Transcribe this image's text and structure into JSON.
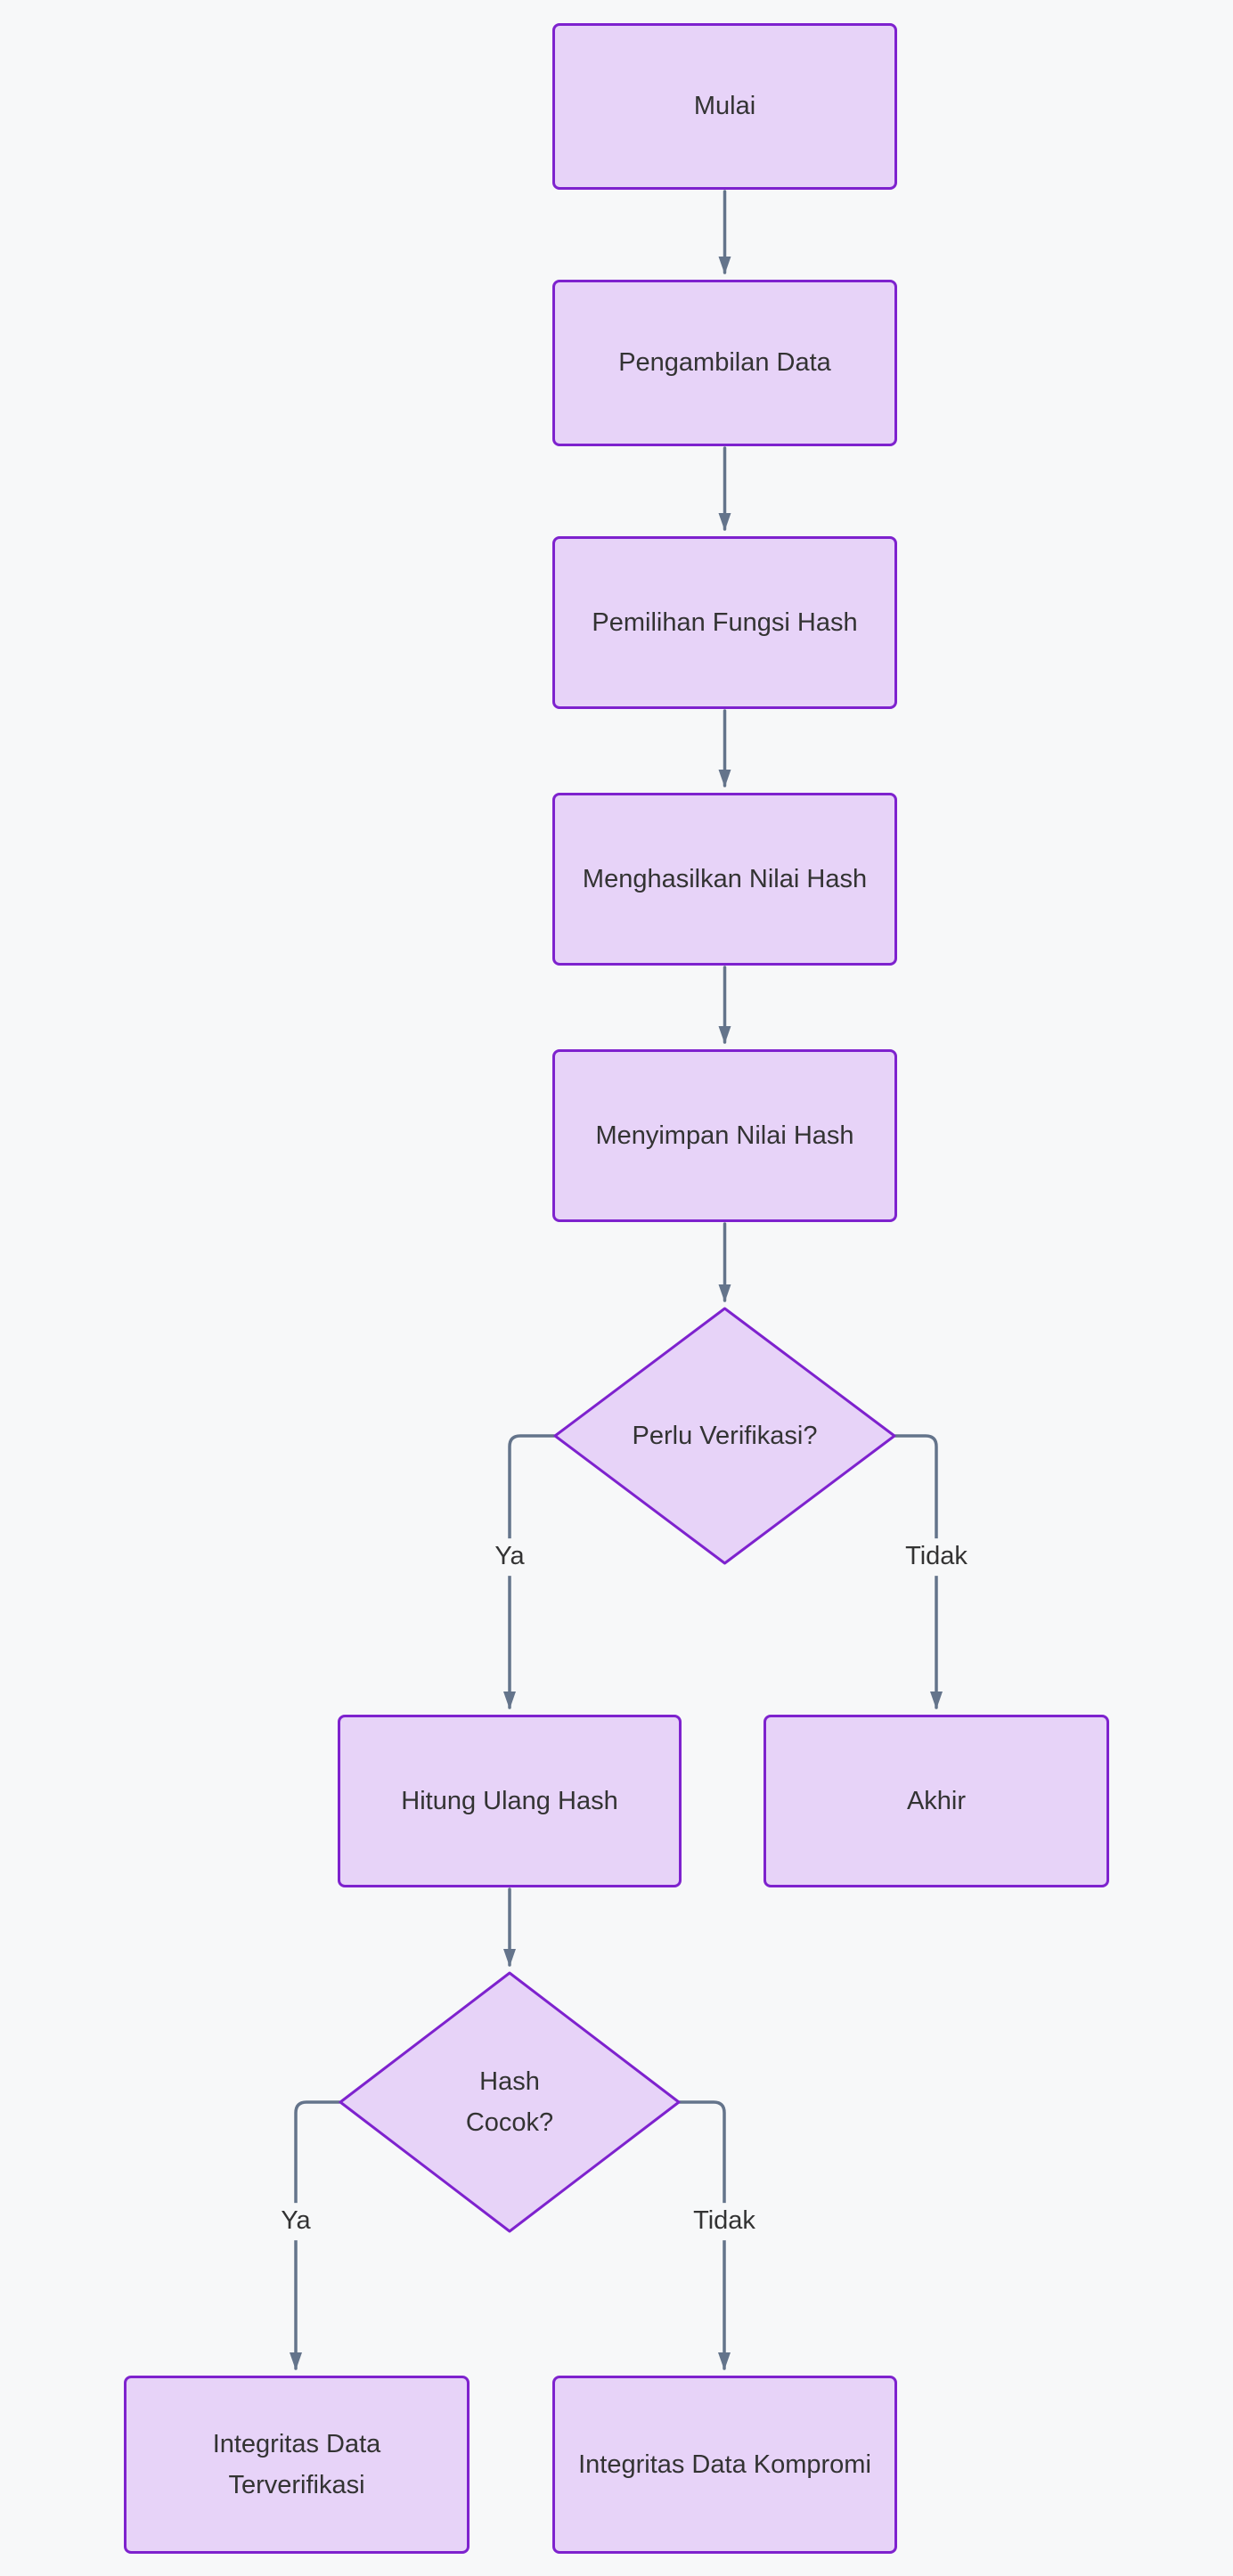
{
  "diagram": {
    "type": "flowchart",
    "direction": "top-down",
    "theme": {
      "background": "#f7f8f9",
      "node_fill": "#e7d3f8",
      "node_stroke": "#7e22ce",
      "edge_color": "#64748b",
      "text_color": "#333333"
    },
    "nodes": [
      {
        "id": "mulai",
        "type": "rect",
        "label": "Mulai"
      },
      {
        "id": "pengambilan-data",
        "type": "rect",
        "label": "Pengambilan Data"
      },
      {
        "id": "pemilihan-fungsi-hash",
        "type": "rect",
        "label": "Pemilihan Fungsi Hash"
      },
      {
        "id": "menghasilkan-nilai-hash",
        "type": "rect",
        "label": "Menghasilkan Nilai Hash"
      },
      {
        "id": "menyimpan-nilai-hash",
        "type": "rect",
        "label": "Menyimpan Nilai Hash"
      },
      {
        "id": "perlu-verifikasi",
        "type": "decision",
        "label": "Perlu Verifikasi?"
      },
      {
        "id": "hitung-ulang-hash",
        "type": "rect",
        "label": "Hitung Ulang Hash"
      },
      {
        "id": "akhir",
        "type": "rect",
        "label": "Akhir"
      },
      {
        "id": "hash-cocok",
        "type": "decision",
        "label": "Hash Cocok?"
      },
      {
        "id": "integritas-data-terverifikasi",
        "type": "rect",
        "label": "Integritas Data Terverifikasi"
      },
      {
        "id": "integritas-data-kompromi",
        "type": "rect",
        "label": "Integritas Data Kompromi"
      }
    ],
    "edges": [
      {
        "from": "mulai",
        "to": "pengambilan-data",
        "label": ""
      },
      {
        "from": "pengambilan-data",
        "to": "pemilihan-fungsi-hash",
        "label": ""
      },
      {
        "from": "pemilihan-fungsi-hash",
        "to": "menghasilkan-nilai-hash",
        "label": ""
      },
      {
        "from": "menghasilkan-nilai-hash",
        "to": "menyimpan-nilai-hash",
        "label": ""
      },
      {
        "from": "menyimpan-nilai-hash",
        "to": "perlu-verifikasi",
        "label": ""
      },
      {
        "from": "perlu-verifikasi",
        "to": "hitung-ulang-hash",
        "label": "Ya"
      },
      {
        "from": "perlu-verifikasi",
        "to": "akhir",
        "label": "Tidak"
      },
      {
        "from": "hitung-ulang-hash",
        "to": "hash-cocok",
        "label": ""
      },
      {
        "from": "hash-cocok",
        "to": "integritas-data-terverifikasi",
        "label": "Ya"
      },
      {
        "from": "hash-cocok",
        "to": "integritas-data-kompromi",
        "label": "Tidak"
      }
    ]
  }
}
